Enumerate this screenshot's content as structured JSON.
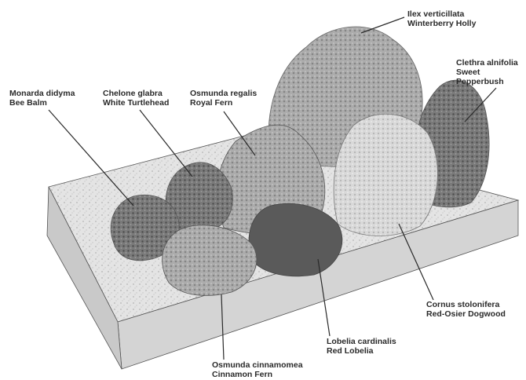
{
  "colors": {
    "ink": "#2a2a2a",
    "soil_top": "#e6e6e6",
    "soil_side": "#d2d2d2",
    "shrub_light": "#cfcfcf",
    "shrub_mid": "#9d9d9d",
    "shrub_dark": "#6a6a6a"
  },
  "plants": [
    {
      "id": "ilex",
      "latin": "Ilex verticillata",
      "common": "Winterberry Holly"
    },
    {
      "id": "clethra",
      "latin": "Clethra alnifolia",
      "common_line1": "Sweet",
      "common_line2": "Pepperbush"
    },
    {
      "id": "monarda",
      "latin": "Monarda didyma",
      "common": "Bee Balm"
    },
    {
      "id": "chelone",
      "latin": "Chelone glabra",
      "common": "White Turtlehead"
    },
    {
      "id": "osmunda_r",
      "latin": "Osmunda regalis",
      "common": "Royal Fern"
    },
    {
      "id": "cornus",
      "latin": "Cornus stolonifera",
      "common": "Red-Osier Dogwood"
    },
    {
      "id": "lobelia",
      "latin": "Lobelia cardinalis",
      "common": "Red Lobelia"
    },
    {
      "id": "osmunda_c",
      "latin": "Osmunda cinnamomea",
      "common": "Cinnamon Fern"
    }
  ]
}
